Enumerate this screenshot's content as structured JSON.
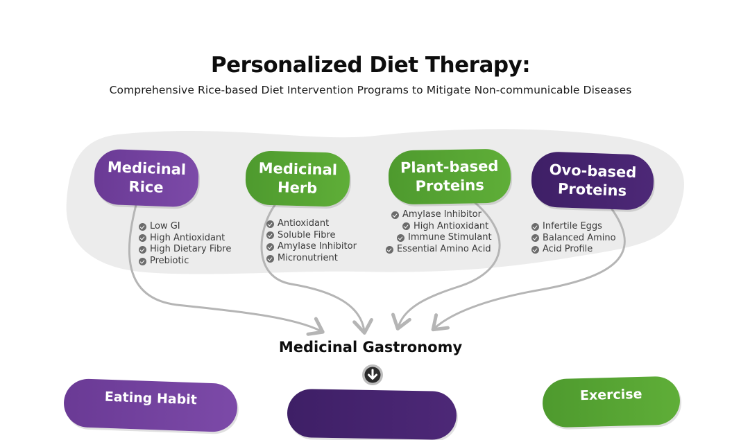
{
  "header": {
    "title": "Personalized Diet Therapy:",
    "subtitle": "Comprehensive Rice-based Diet Intervention Programs to Mitigate Non-communicable Diseases"
  },
  "categories": [
    {
      "label": "Medicinal\nRice",
      "color": "#7047a0",
      "items": [
        "Low GI",
        "High Antioxidant",
        "High Dietary Fibre",
        "Prebiotic"
      ]
    },
    {
      "label": "Medicinal\nHerb",
      "color": "#58a535",
      "items": [
        "Antioxidant",
        "Soluble Fibre",
        "Amylase Inhibitor",
        "Micronutrient"
      ]
    },
    {
      "label": "Plant-based\nProteins",
      "color": "#4f9a2f",
      "items": [
        "Amylase Inhibitor",
        "High Antioxidant",
        "Immune Stimulant",
        "Essential Amino Acid"
      ]
    },
    {
      "label": "Ovo-based\nProteins",
      "color": "#43226b",
      "items": [
        "Infertile Eggs",
        "Balanced Amino",
        "Acid Profile"
      ]
    }
  ],
  "convergence": {
    "label": "Medicinal Gastronomy",
    "icon": "arrow-down-circle-icon"
  },
  "bottom": [
    {
      "label": "Eating Habit",
      "color": "#7047a0"
    },
    {
      "label": "",
      "color": "#43226b"
    },
    {
      "label": "Exercise",
      "color": "#4f9a2f"
    }
  ]
}
